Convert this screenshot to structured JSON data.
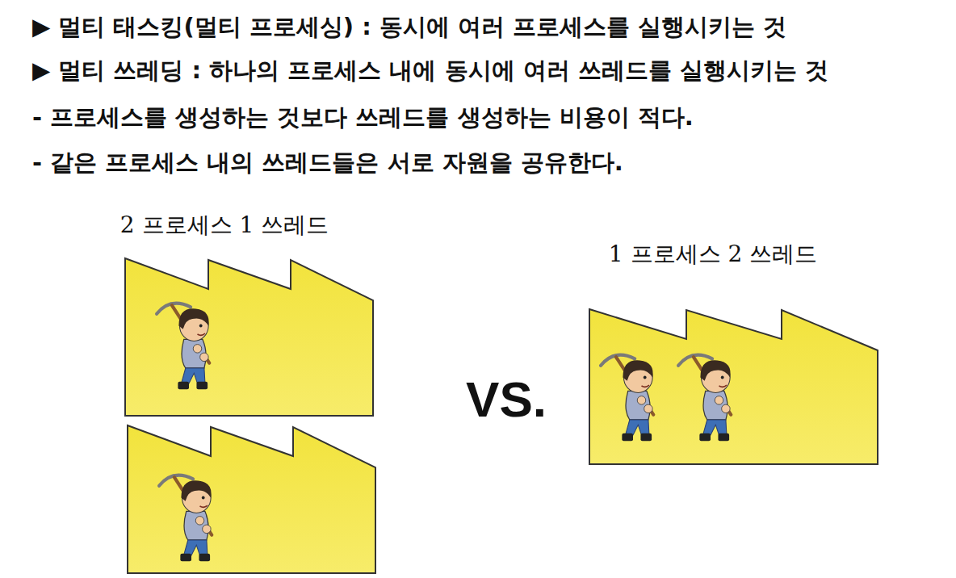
{
  "diagram": {
    "labels": [
      "▶ 멀티 태스킹(멀티 프로세싱) : 동시에 여러 프로세스를 실행시키는 것",
      "▶ 멀티 쓰레딩 : 하나의 프로세스 내에 동시에 여러 쓰레드를 실행시키는 것",
      "- 프로세스를 생성하는 것보다 쓰레드를 생성하는 비용이 적다.",
      "- 같은 프로세스 내의 쓰레드들은 서로 자원을 공유한다.",
      "2 프로세스 1 쓰레드",
      "1 프로세스 2 쓰레드",
      "VS."
    ]
  }
}
